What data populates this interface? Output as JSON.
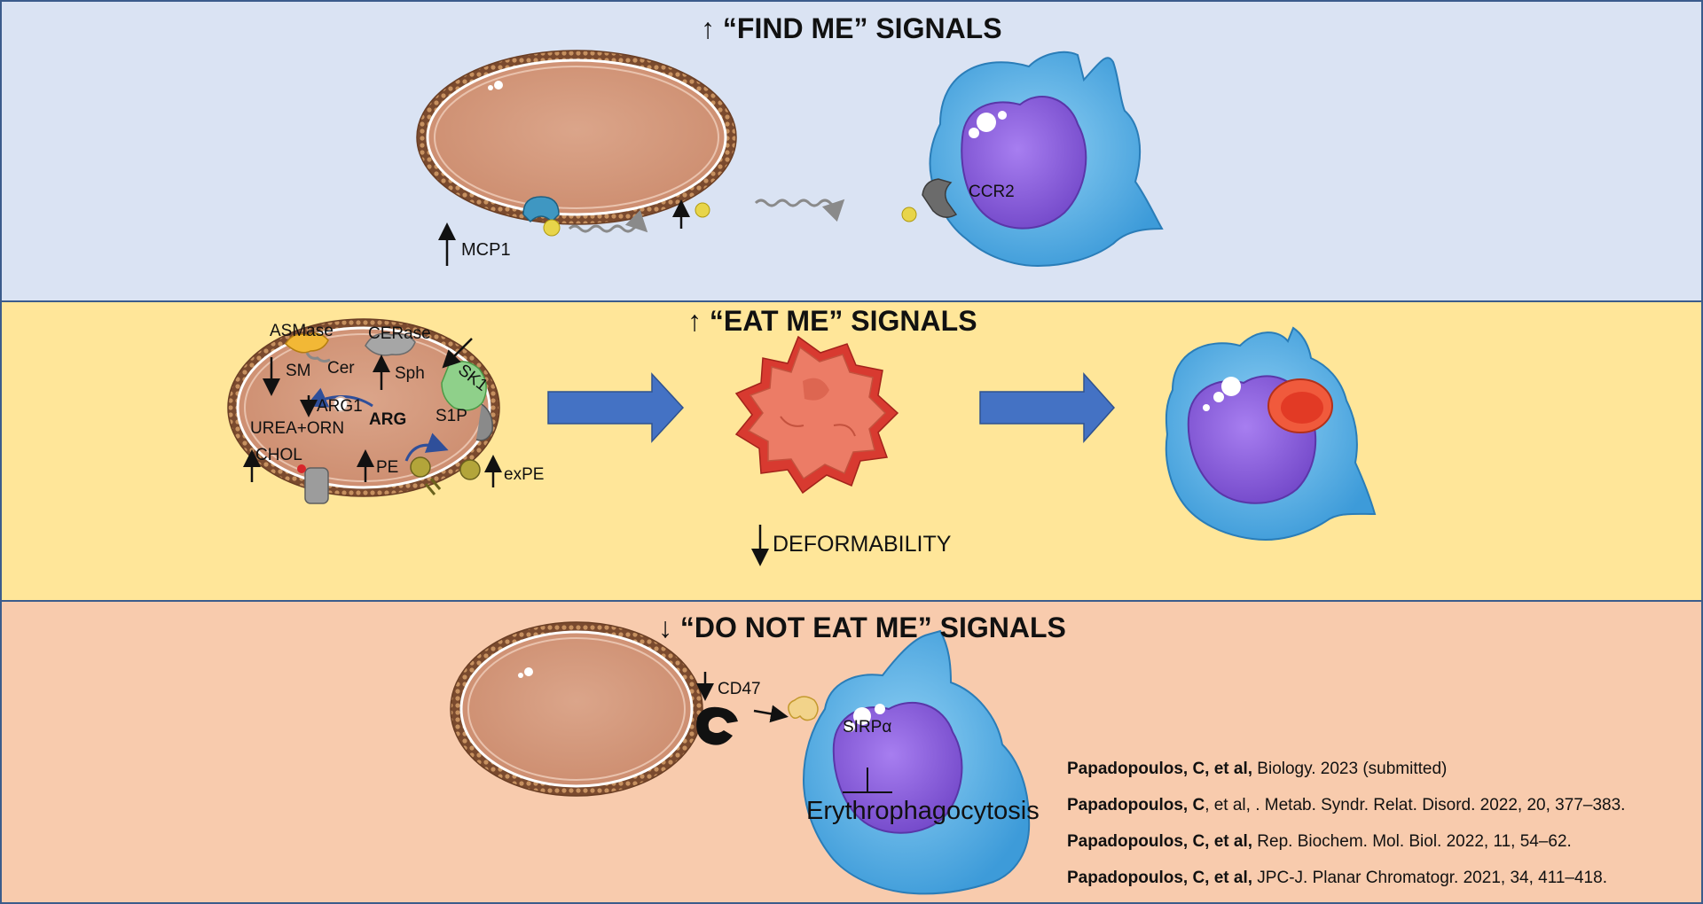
{
  "panels": {
    "find_me": {
      "title": "↑ “FIND ME” SIGNALS",
      "labels": {
        "mcp1": "MCP1",
        "ccr2": "CCR2"
      }
    },
    "eat_me": {
      "title": "↑ “EAT ME” SIGNALS",
      "labels": {
        "asmase": "ASMase",
        "cerase": "CERase",
        "sm": "SM",
        "cer": "Cer",
        "sph": "Sph",
        "sk1": "SK1",
        "arg1": "ARG1",
        "arg": "ARG",
        "urea_orn": "UREA+ORN",
        "s1p": "S1P",
        "chol": "CHOL",
        "pe": "PE",
        "expe": "exPE",
        "deformability": "DEFORMABILITY"
      }
    },
    "do_not_eat_me": {
      "title": "↓ “DO NOT EAT ME” SIGNALS",
      "labels": {
        "cd47": "CD47",
        "sirpa": "SIRPα",
        "erythrophagocytosis": "Erythrophagocytosis"
      }
    }
  },
  "references": [
    {
      "author": "Papadopoulos,  C, et al,",
      "source": " Biology. 2023 (submitted)"
    },
    {
      "author": "Papadopoulos,  C",
      "source": ", et al, . Metab. Syndr. Relat. Disord. 2022, 20, 377–383."
    },
    {
      "author": "Papadopoulos,  C, et al,",
      "source": " Rep. Biochem. Mol. Biol. 2022, 11, 54–62."
    },
    {
      "author": "Papadopoulos,  C, et al,",
      "source": "  JPC-J. Planar Chromatogr. 2021, 34, 411–418."
    }
  ],
  "colors": {
    "find_me_bg": "#dae3f3",
    "eat_me_bg": "#ffe699",
    "do_not_eat_me_bg": "#f8cbad",
    "rbc": "#d49a7e",
    "membrane": "#8a5a3a",
    "macrophage": "#5fb3e6",
    "nucleus": "#8a5fd6",
    "arrow_blue": "#4472c4",
    "deformed_cell": "#e8705a"
  }
}
